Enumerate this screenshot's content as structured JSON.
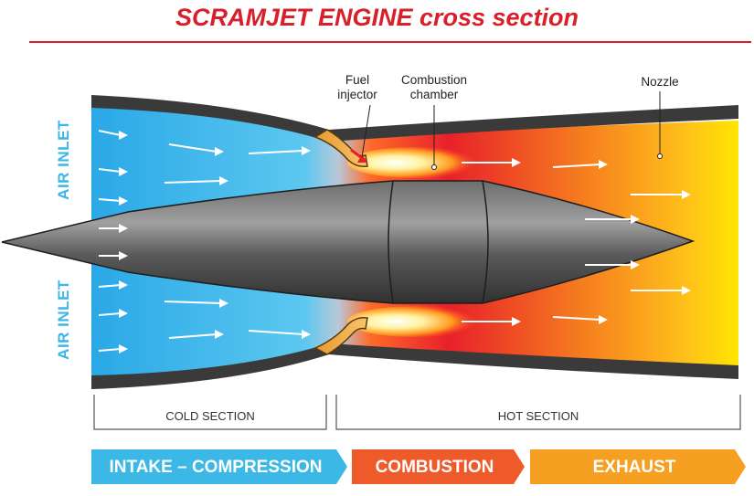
{
  "title": "SCRAMJET ENGINE cross section",
  "labels": {
    "fuel_injector": "Fuel\ninjector",
    "combustion_chamber": "Combustion\nchamber",
    "nozzle": "Nozzle",
    "air_inlet_top": "AIR INLET",
    "air_inlet_bottom": "AIR INLET"
  },
  "sections": {
    "cold": "COLD SECTION",
    "hot": "HOT SECTION"
  },
  "stages": [
    {
      "label": "INTAKE – COMPRESSION",
      "color": "#3cb8e6"
    },
    {
      "label": "COMBUSTION",
      "color": "#ef5a2a"
    },
    {
      "label": "EXHAUST",
      "color": "#f5a020"
    }
  ],
  "colors": {
    "title": "#d8202a",
    "cold_air": "#3ab6e8",
    "flame_red": "#e8202a",
    "exhaust_yellow": "#ffe600",
    "casing": "#3a3a3a"
  }
}
